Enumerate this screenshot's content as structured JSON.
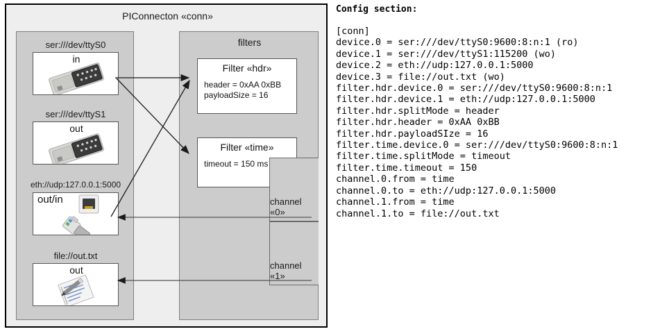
{
  "diagram": {
    "title": "PIConnecton «conn»",
    "devices_panel": {
      "groups": [
        {
          "caption": "ser:///dev/ttyS0",
          "label": "in",
          "icon": "serial-port-icon",
          "align": "center"
        },
        {
          "caption": "ser:///dev/ttyS1",
          "label": "out",
          "icon": "serial-port-icon",
          "align": "center"
        },
        {
          "caption": "eth://udp:127.0.0.1:5000",
          "label": "out/in",
          "icon": "ethernet-jack-icon",
          "align": "left"
        },
        {
          "caption": "file://out.txt",
          "label": "out",
          "icon": "text-file-icon",
          "align": "center"
        }
      ]
    },
    "filters_panel": {
      "title": "filters",
      "filters": [
        {
          "title": "Filter «hdr»",
          "props": [
            "header = 0xAA 0xBB",
            "payloadSize = 16"
          ]
        },
        {
          "title": "Filter «time»",
          "props": [
            "timeout = 150 ms"
          ]
        }
      ],
      "channels": [
        {
          "label": "channel «0»"
        },
        {
          "label": "channel «1»"
        }
      ]
    },
    "colors": {
      "outer_background": "#eeeeee",
      "panel_background": "#cccccc",
      "box_background": "#ffffff",
      "border": "#555555",
      "frame": "#000000"
    }
  },
  "config": {
    "heading": "Config section:",
    "lines": [
      "[conn]",
      "device.0 = ser:///dev/ttyS0:9600:8:n:1 (ro)",
      "device.1 = ser:///dev/ttyS1:115200 (wo)",
      "device.2 = eth://udp:127.0.0.1:5000",
      "device.3 = file://out.txt (wo)",
      "filter.hdr.device.0 = ser:///dev/ttyS0:9600:8:n:1",
      "filter.hdr.device.1 = eth://udp:127.0.0.1:5000",
      "filter.hdr.splitMode = header",
      "filter.hdr.header = 0xAA 0xBB",
      "filter.hdr.payloadSIze = 16",
      "filter.time.device.0 = ser:///dev/ttyS0:9600:8:n:1",
      "filter.time.splitMode = timeout",
      "filter.time.timeout = 150",
      "channel.0.from = time",
      "channel.0.to = eth://udp:127.0.0.1:5000",
      "channel.1.from = time",
      "channel.1.to = file://out.txt"
    ]
  }
}
